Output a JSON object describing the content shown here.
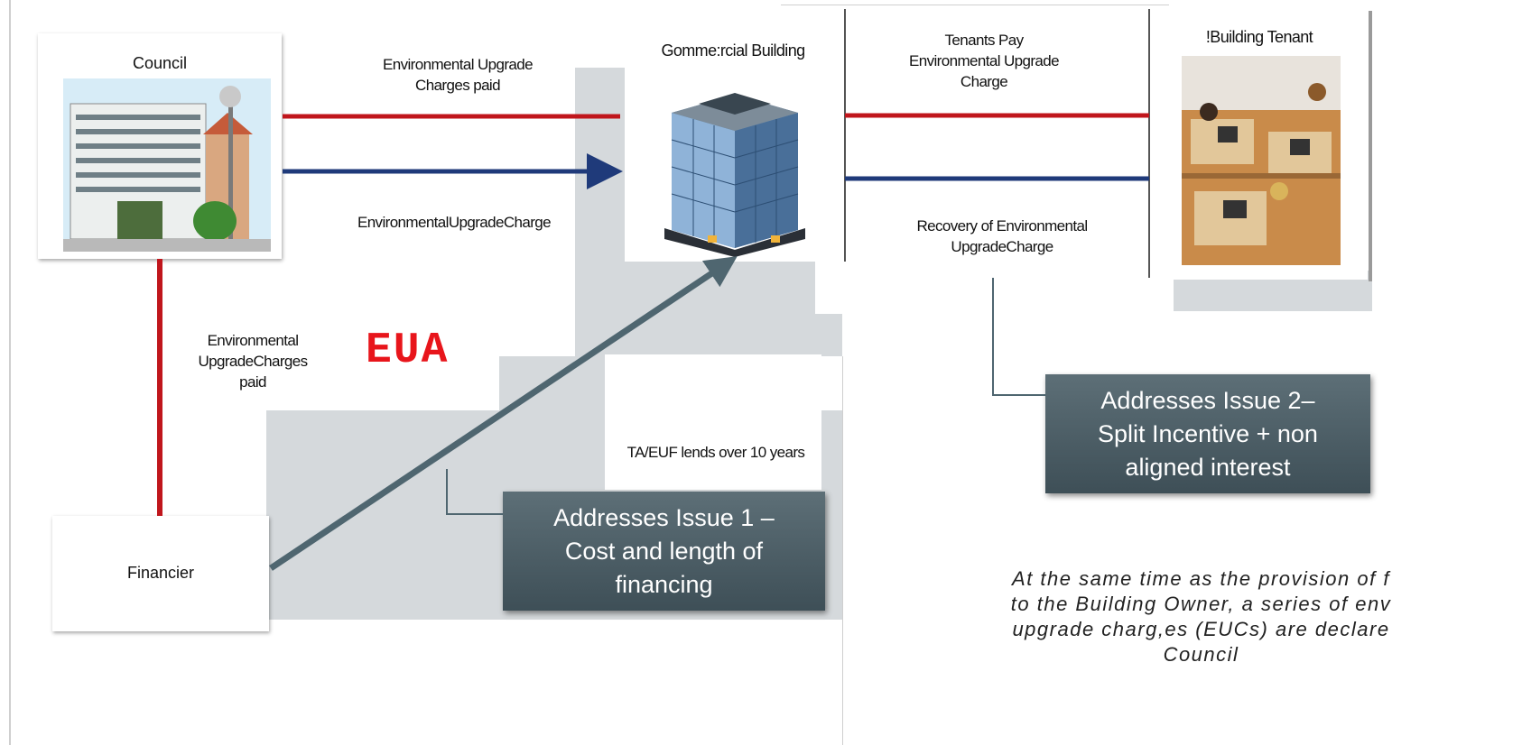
{
  "nodes": {
    "council": "Council",
    "building": "Gomme:rcial Building",
    "tenant": "!Building Tenant",
    "financier": "Financier"
  },
  "edges": {
    "euc_paid_to_council": "Environmental Upgrade\nCharges paid",
    "euc_to_building": "EnvironmentalUpgradeCharge",
    "tenants_pay": "Tenants Pay\nEnvironmental Upgrade\nCharge",
    "recovery": "Recovery of Environmental\nUpgradeCharge",
    "euc_paid_to_financier": "Environmental\nUpgradeCharges\npaid",
    "lends": "TA/EUF lends over 10 years"
  },
  "eua_label": "EUA",
  "callouts": {
    "issue1": "Addresses Issue 1 –\nCost and length of\nfinancing",
    "issue2": "Addresses Issue 2–\nSplit Incentive + non\naligned interest"
  },
  "footnote": "At the same time as the provision of f\nto the Building Owner, a series of env\nupgrade charg,es (EUCs) are declare\nCouncil",
  "colors": {
    "red": "#c0161c",
    "blue": "#1f3a7a",
    "arrow": "#4f6670",
    "callout": "#4a5b63"
  },
  "icons": [
    "council-building-image",
    "commercial-building-image",
    "office-tenant-image"
  ]
}
